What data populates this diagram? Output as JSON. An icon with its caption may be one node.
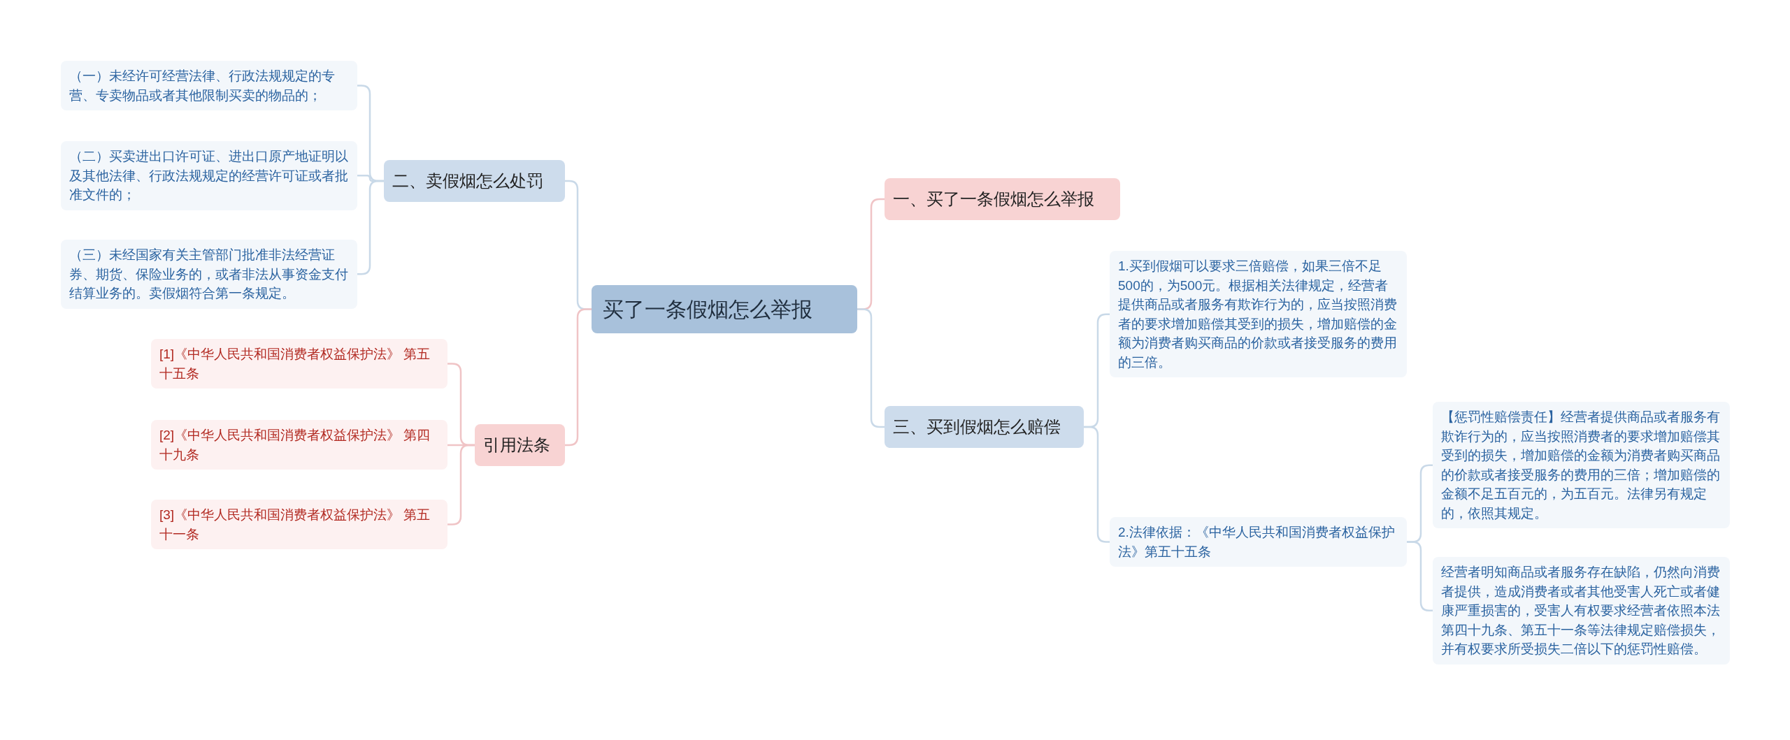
{
  "diagram": {
    "nodes": [
      {
        "text": [
          "买了一条假烟怎么举报"
        ]
      },
      {
        "text": [
          "二、卖假烟怎么处罚"
        ]
      },
      {
        "text": [
          "（一）未经许可经营法律、行政法规规定的专营、专卖物品或者其他限制买卖的物品的；"
        ]
      },
      {
        "text": [
          "（二）买卖进出口许可证、进出口原产地证明以及其他法律、行政法规规定的经营许可证或者批准文件的；"
        ]
      },
      {
        "text": [
          "（三）未经国家有关主管部门批准非法经营证券、期货、保险业务的，或者非法从事资金支付结算业务的。卖假烟符合第一条规定。"
        ]
      },
      {
        "text": [
          "引用法条"
        ]
      },
      {
        "text": [
          "[1]《中华人民共和国消费者权益保护法》 第五十五条"
        ]
      },
      {
        "text": [
          "[2]《中华人民共和国消费者权益保护法》 第四十九条"
        ]
      },
      {
        "text": [
          "[3]《中华人民共和国消费者权益保护法》 第五十一条"
        ]
      },
      {
        "text": [
          "一、买了一条假烟怎么举报"
        ]
      },
      {
        "text": [
          "三、买到假烟怎么赔偿"
        ]
      },
      {
        "text": [
          "1.买到假烟可以要求三倍赔偿，如果三倍不足500的，为500元。根据相关法律规定，经营者提供商品或者服务有欺诈行为的，应当按照消费者的要求增加赔偿其受到的损失，增加赔偿的金额为消费者购买商品的价款或者接受服务的费用的三倍。"
        ]
      },
      {
        "text": [
          "2.法律依据：《中华人民共和国消费者权益保护法》第五十五条"
        ]
      },
      {
        "text": [
          "【惩罚性赔偿责任】经营者提供商品或者服务有欺诈行为的，应当按照消费者的要求增加赔偿其受到的损失，增加赔偿的金额为消费者购买商品的价款或者接受服务的费用的三倍；增加赔偿的金额不足五百元的，为五百元。法律另有规定的，依照其规定。"
        ]
      },
      {
        "text": [
          "经营者明知商品或者服务存在缺陷，仍然向消费者提供，造成消费者或者其他受害人死亡或者健康严重损害的，受害人有权要求经营者依照本法第四十九条、第五十一条等法律规定赔偿损失，并有权要求所受损失二倍以下的惩罚性赔偿。"
        ]
      }
    ],
    "edges": [
      {
        "from": 0,
        "to": 1,
        "arrow": "none"
      },
      {
        "from": 1,
        "to": 2,
        "arrow": "none"
      },
      {
        "from": 1,
        "to": 3,
        "arrow": "none"
      },
      {
        "from": 1,
        "to": 4,
        "arrow": "none"
      },
      {
        "from": 0,
        "to": 5,
        "arrow": "none",
        "color": "#f0c4c6"
      },
      {
        "from": 5,
        "to": 6,
        "arrow": "none",
        "color": "#f0c4c6"
      },
      {
        "from": 5,
        "to": 7,
        "arrow": "none",
        "color": "#f0c4c6"
      },
      {
        "from": 5,
        "to": 8,
        "arrow": "none",
        "color": "#f0c4c6"
      },
      {
        "from": 0,
        "to": 9,
        "arrow": "none",
        "color": "#f0c4c6"
      },
      {
        "from": 0,
        "to": 10,
        "arrow": "none"
      },
      {
        "from": 10,
        "to": 11,
        "arrow": "none"
      },
      {
        "from": 10,
        "to": 12,
        "arrow": "none"
      },
      {
        "from": 12,
        "to": 13,
        "arrow": "none"
      },
      {
        "from": 12,
        "to": 14,
        "arrow": "none"
      }
    ]
  }
}
